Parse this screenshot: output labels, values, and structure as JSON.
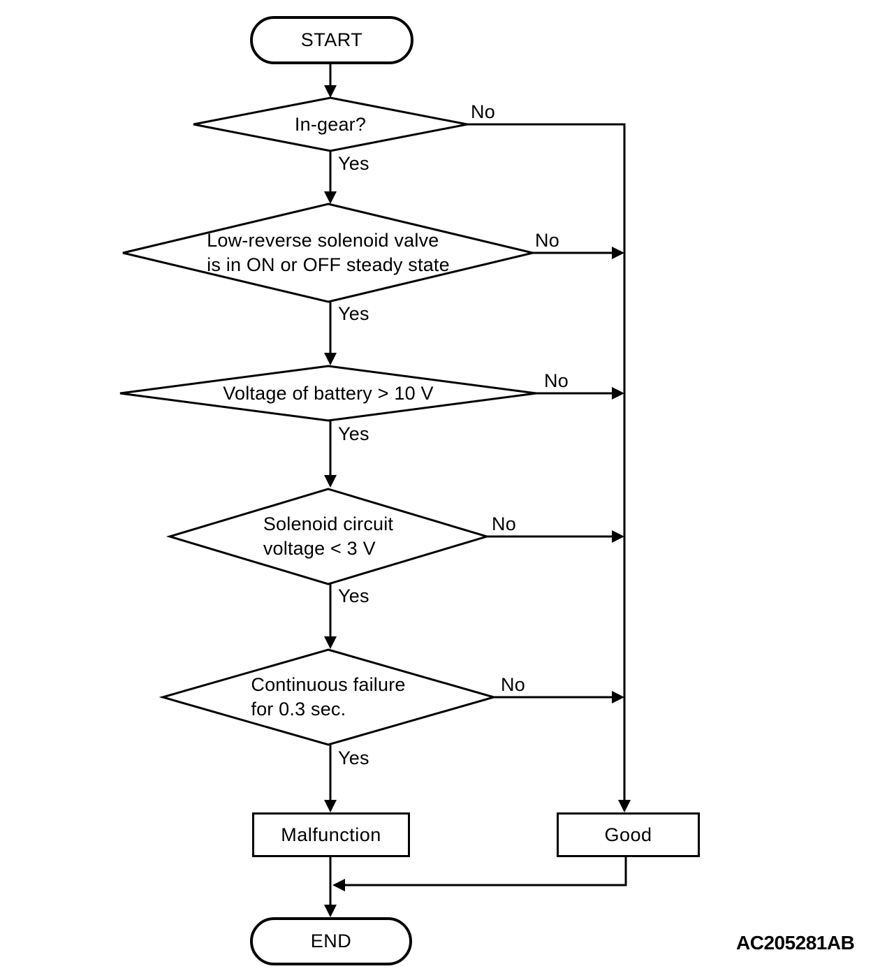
{
  "page": {
    "background": "#ffffff",
    "ink": "#000000"
  },
  "figure_code": "AC205281AB",
  "flowchart": {
    "start_label": "START",
    "end_label": "END",
    "yes_label": "Yes",
    "no_label": "No",
    "decisions": [
      {
        "id": "in-gear",
        "lines": [
          "In-gear?"
        ]
      },
      {
        "id": "low-reverse-solenoid-steady-state",
        "lines": [
          "Low-reverse solenoid valve",
          "is in ON or OFF steady state"
        ]
      },
      {
        "id": "battery-voltage",
        "lines": [
          "Voltage of battery > 10 V"
        ]
      },
      {
        "id": "solenoid-circuit-voltage",
        "lines": [
          "Solenoid circuit",
          "voltage < 3 V"
        ]
      },
      {
        "id": "continuous-failure",
        "lines": [
          "Continuous failure",
          "for 0.3 sec."
        ]
      }
    ],
    "outcomes": {
      "malfunction": "Malfunction",
      "good": "Good"
    }
  }
}
